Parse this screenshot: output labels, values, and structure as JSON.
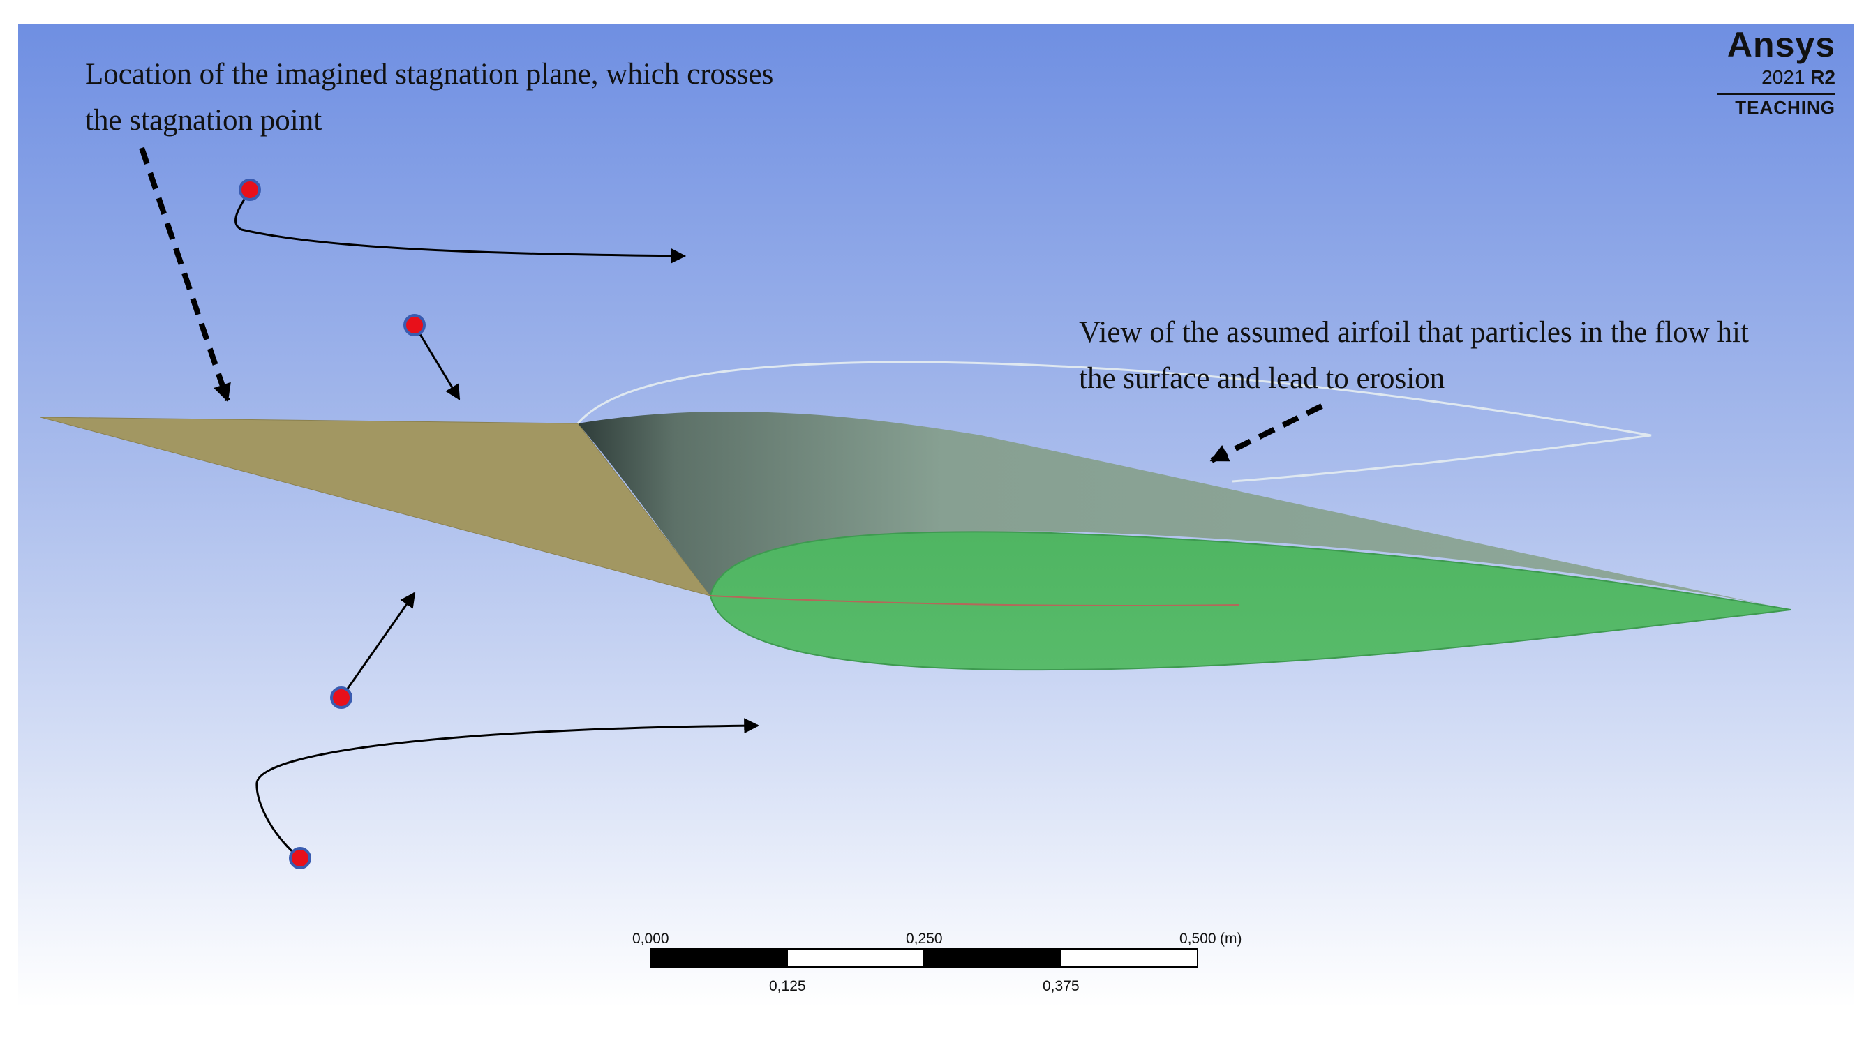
{
  "annotations": {
    "stagnation_plane": "Location of the imagined stagnation plane, which crosses the stagnation point",
    "airfoil_view": "View of the assumed airfoil that particles in the flow hit the surface and lead to erosion"
  },
  "logo": {
    "brand": "Ansys",
    "year": "2021",
    "release": "R2",
    "edition": "TEACHING"
  },
  "scale_bar": {
    "unit": "(m)",
    "top_labels": [
      "0,000",
      "0,250",
      "0,500"
    ],
    "bottom_labels": [
      "0,125",
      "0,375"
    ]
  },
  "colors": {
    "plane": "#a29762",
    "airfoil_upper": "#8ca394",
    "airfoil_section": "#55b866",
    "particle": "#e8101a",
    "particle_outline": "#3a5cb0"
  }
}
